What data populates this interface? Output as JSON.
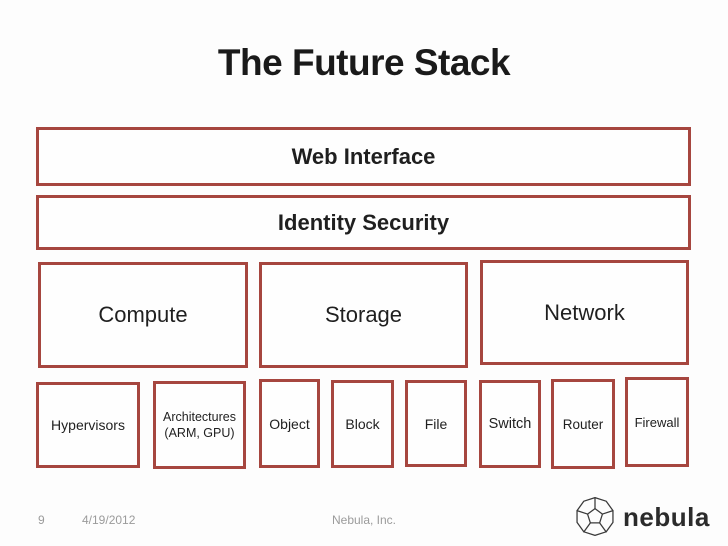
{
  "slide": {
    "title": "The Future Stack",
    "layers": [
      {
        "label": "Web Interface"
      },
      {
        "label": "Identity Security"
      }
    ],
    "pillars": [
      {
        "label": "Compute"
      },
      {
        "label": "Storage"
      },
      {
        "label": "Network"
      }
    ],
    "components": [
      {
        "label": "Hypervisors"
      },
      {
        "label": "Architectures",
        "sublabel": "(ARM, GPU)"
      },
      {
        "label": "Object"
      },
      {
        "label": "Block"
      },
      {
        "label": "File"
      },
      {
        "label": "Switch"
      },
      {
        "label": "Router"
      },
      {
        "label": "Firewall"
      }
    ],
    "footer": {
      "page_number": "9",
      "date": "4/19/2012",
      "company": "Nebula, Inc."
    },
    "logo": {
      "wordmark": "nebula",
      "icon": "wireframe-polyhedron"
    },
    "colors": {
      "box_border": "#a6463f",
      "box_fill": "#fefefe",
      "title_text": "#1a1a1a",
      "box_text": "#1f1f1f",
      "footer_text": "#9b9b9b",
      "logo_text": "#2b2b2b"
    }
  }
}
